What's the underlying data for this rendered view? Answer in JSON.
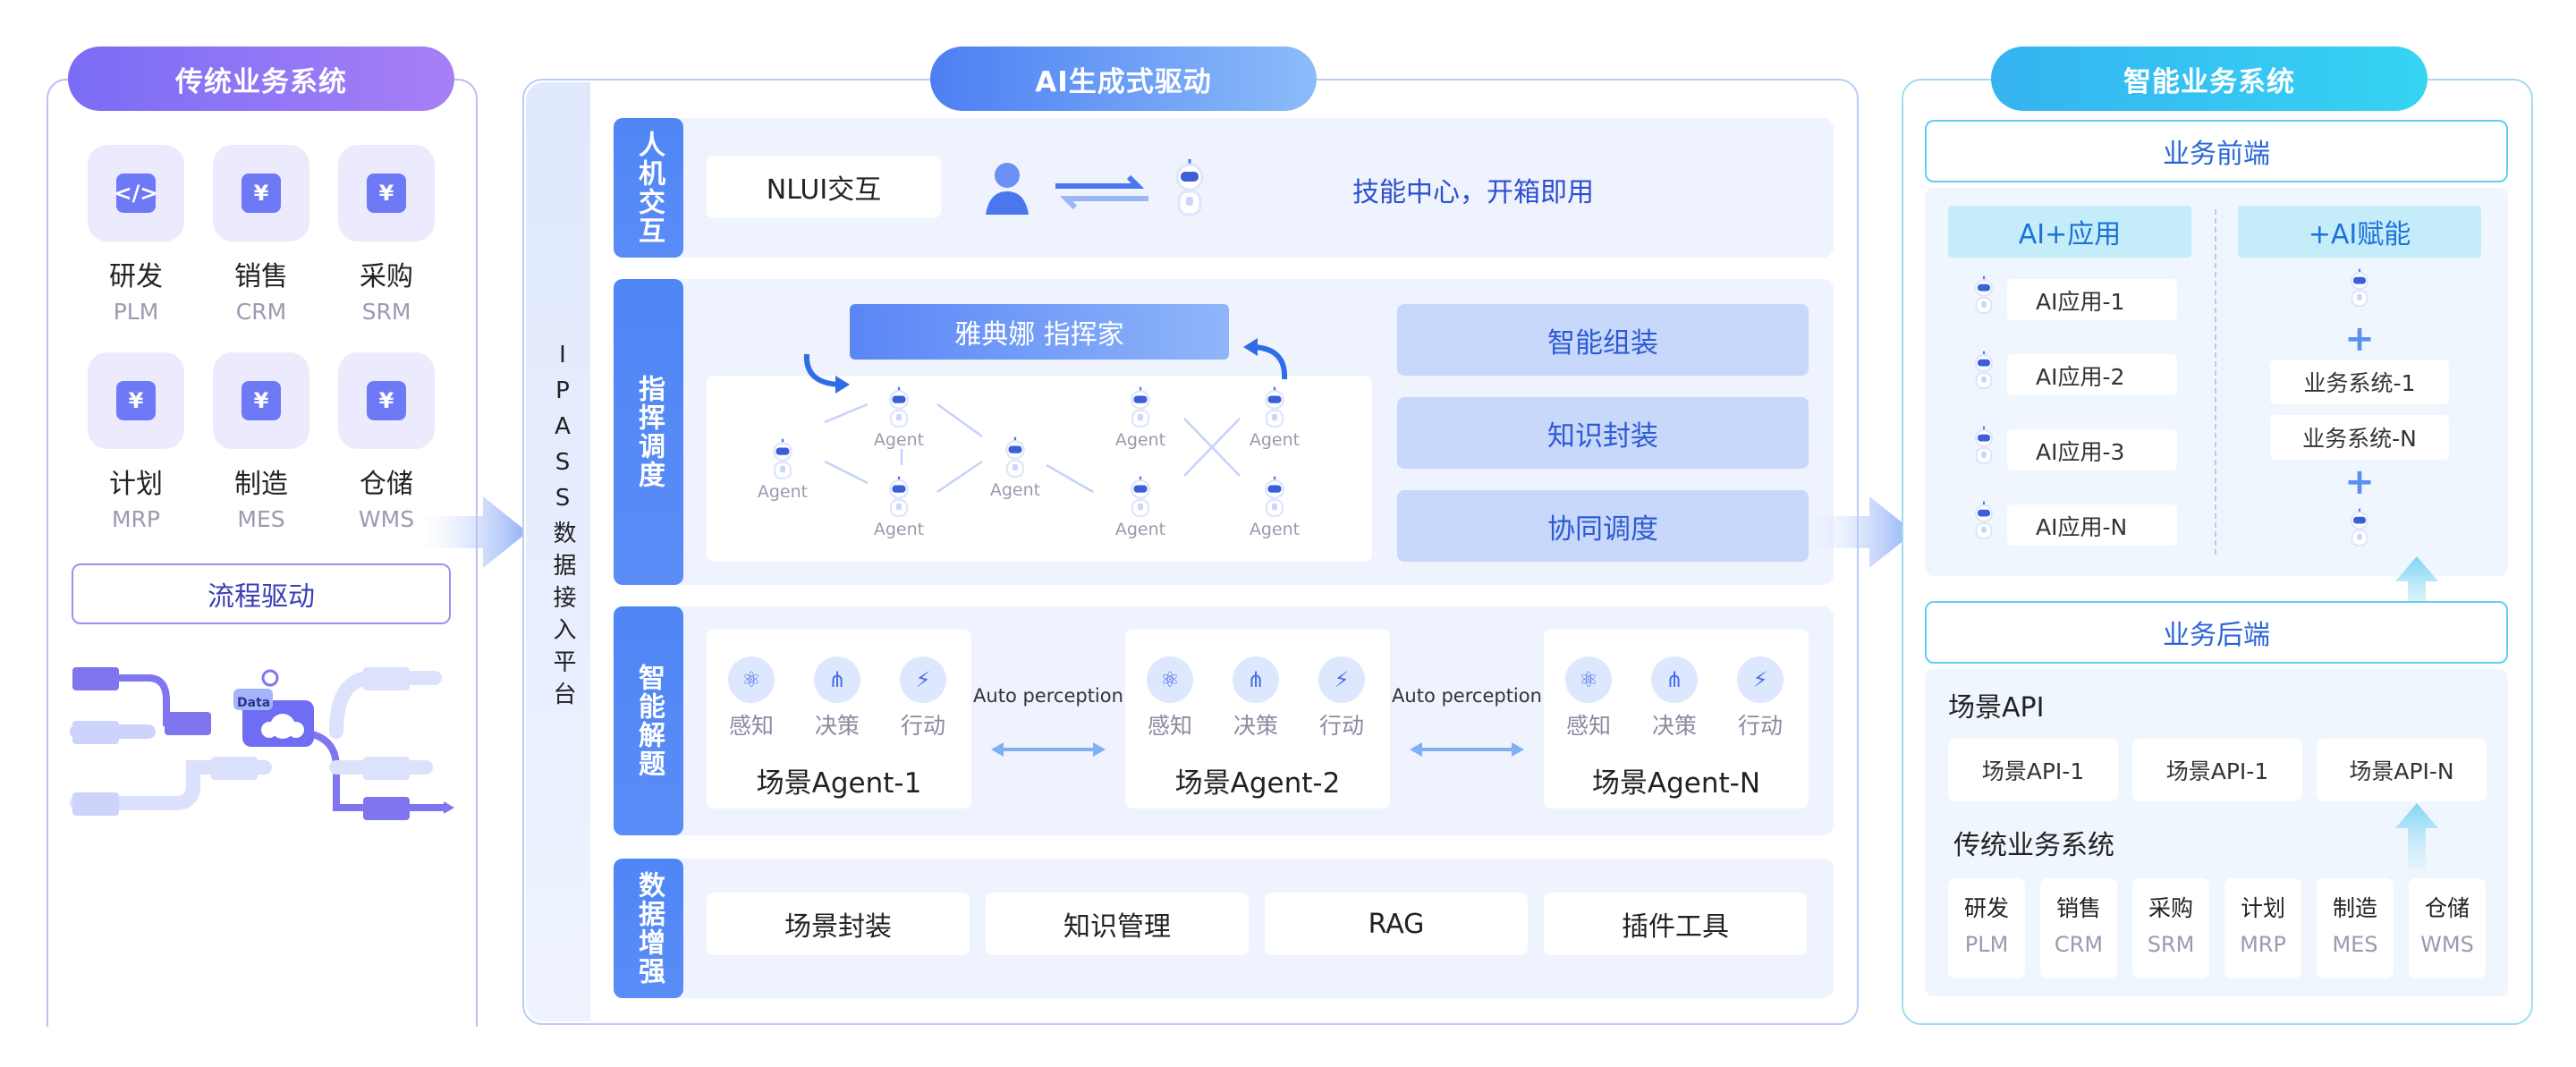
{
  "left": {
    "title": "传统业务系统",
    "systems": [
      {
        "name": "研发",
        "code": "PLM",
        "icon": "code-icon",
        "glyph": "</>"
      },
      {
        "name": "销售",
        "code": "CRM",
        "icon": "yen-icon",
        "glyph": "¥"
      },
      {
        "name": "采购",
        "code": "SRM",
        "icon": "yen-icon",
        "glyph": "¥"
      },
      {
        "name": "计划",
        "code": "MRP",
        "icon": "yen-icon",
        "glyph": "¥"
      },
      {
        "name": "制造",
        "code": "MES",
        "icon": "yen-icon",
        "glyph": "¥"
      },
      {
        "name": "仓储",
        "code": "WMS",
        "icon": "yen-icon",
        "glyph": "¥"
      }
    ],
    "process": "流程驱动",
    "data_badge": "Data"
  },
  "middle": {
    "title": "AI生成式驱动",
    "platform_label": "IPASS数据接入平台",
    "rows": {
      "hci": {
        "tab": "人机交互",
        "nlui": "NLUI交互",
        "skill": "技能中心，开箱即用"
      },
      "dispatch": {
        "tab": "指挥调度",
        "commander": "雅典娜 指挥家",
        "agent_label": "Agent",
        "bars": [
          "智能组装",
          "知识封装",
          "协同调度"
        ]
      },
      "solve": {
        "tab": "智能解题",
        "caps": [
          "感知",
          "决策",
          "行动"
        ],
        "agents": [
          "场景Agent-1",
          "场景Agent-2",
          "场景Agent-N"
        ],
        "auto": "Auto perception"
      },
      "data": {
        "tab": "数据增强",
        "items": [
          "场景封装",
          "知识管理",
          "RAG",
          "插件工具"
        ]
      }
    }
  },
  "right": {
    "title": "智能业务系统",
    "frontend": "业务前端",
    "ai_app_header": "AI+应用",
    "ai_empower_header": "+AI赋能",
    "ai_apps": [
      "AI应用-1",
      "AI应用-2",
      "AI应用-3",
      "AI应用-N"
    ],
    "empower_items": [
      "业务系统-1",
      "业务系统-N"
    ],
    "plus": "+",
    "backend": "业务后端",
    "scene_api_title": "场景API",
    "apis": [
      "场景API-1",
      "场景API-1",
      "场景API-N"
    ],
    "legacy_title": "传统业务系统",
    "legacy": [
      {
        "name": "研发",
        "code": "PLM"
      },
      {
        "name": "销售",
        "code": "CRM"
      },
      {
        "name": "采购",
        "code": "SRM"
      },
      {
        "name": "计划",
        "code": "MRP"
      },
      {
        "name": "制造",
        "code": "MES"
      },
      {
        "name": "仓储",
        "code": "WMS"
      }
    ]
  },
  "colors": {
    "left_accent": "#8b6cf4",
    "mid_accent": "#5a8cf7",
    "right_accent": "#2fc5ee",
    "tab_blue": "#4f86f5"
  }
}
